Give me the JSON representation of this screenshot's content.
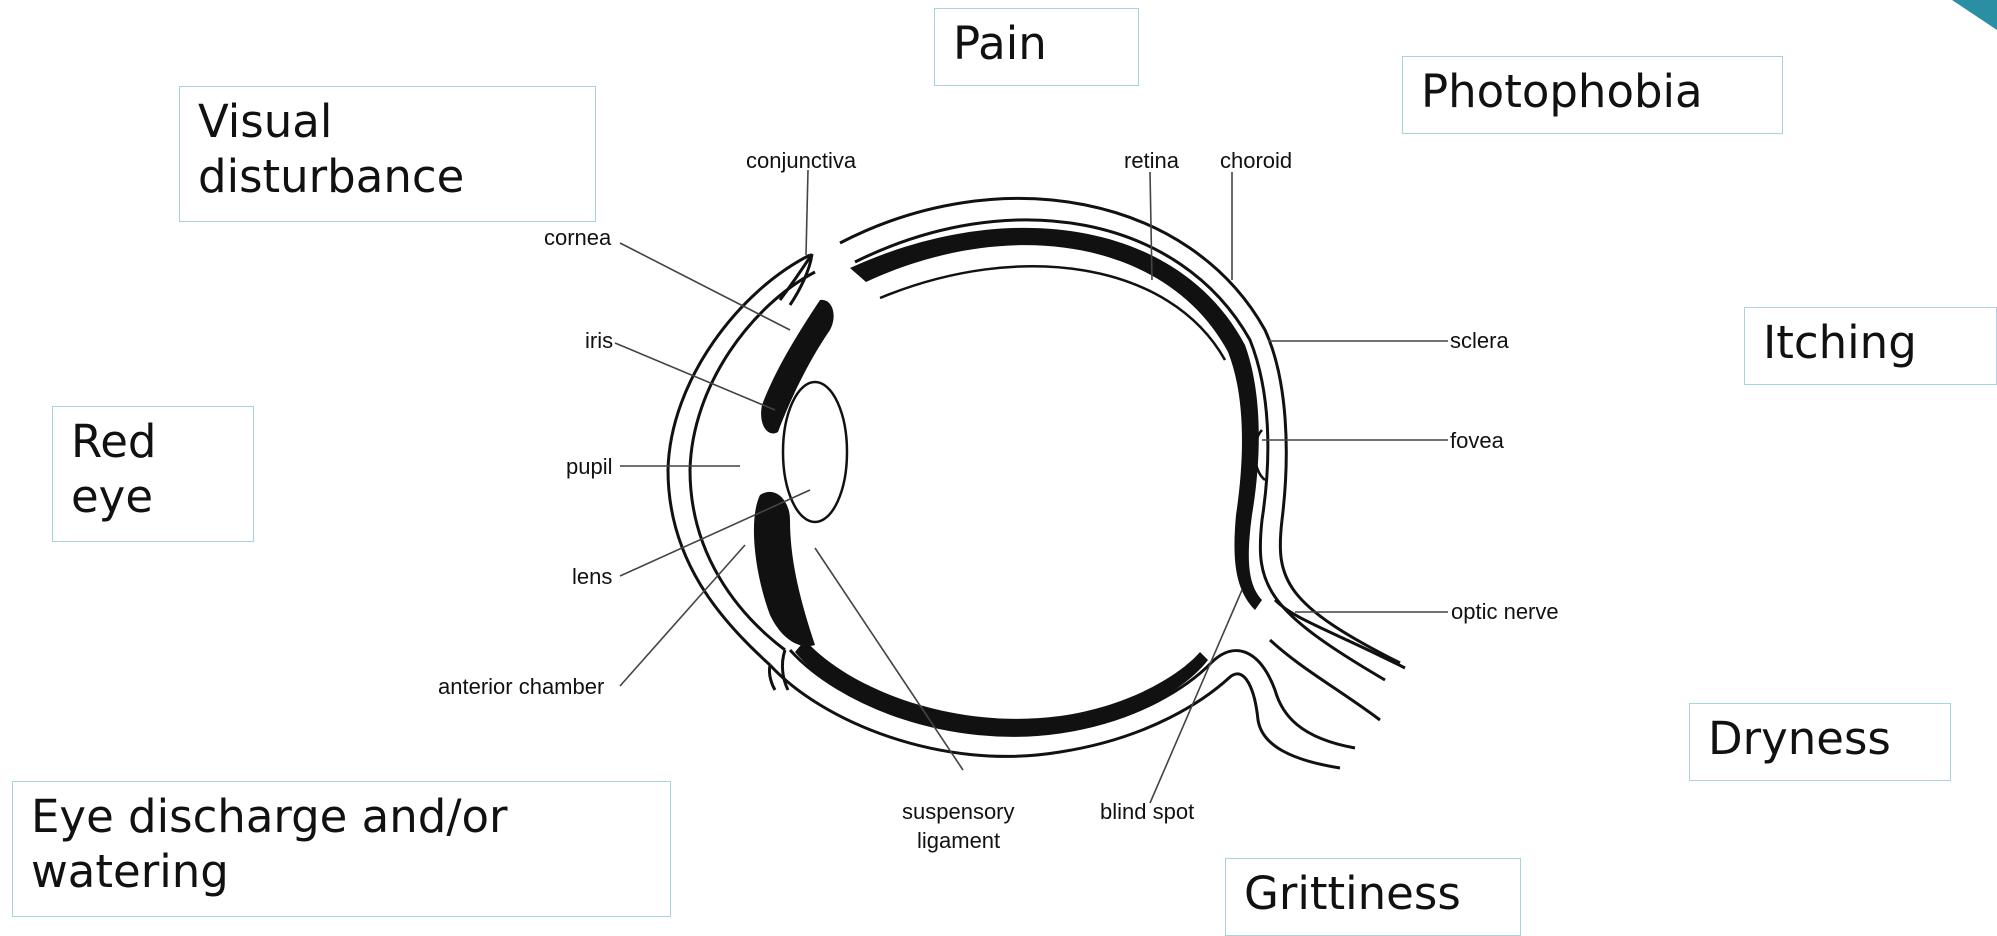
{
  "symptoms": {
    "pain": "Pain",
    "photophobia": "Photophobia",
    "visual_disturbance_1": "Visual",
    "visual_disturbance_2": "disturbance",
    "itching": "Itching",
    "red_eye_1": "Red",
    "red_eye_2": "eye",
    "dryness": "Dryness",
    "discharge_1": "Eye discharge and/or",
    "discharge_2": "watering",
    "grittiness": "Grittiness"
  },
  "eye_labels": {
    "conjunctiva": "conjunctiva",
    "retina": "retina",
    "choroid": "choroid",
    "cornea": "cornea",
    "iris": "iris",
    "sclera": "sclera",
    "fovea": "fovea",
    "pupil": "pupil",
    "lens": "lens",
    "optic_nerve": "optic nerve",
    "anterior_chamber": "anterior chamber",
    "suspensory_ligament_1": "suspensory",
    "suspensory_ligament_2": "ligament",
    "blind_spot": "blind spot"
  },
  "colors": {
    "box_border": "#a8d3dc",
    "accent": "#2a8fa3",
    "ink": "#111111"
  }
}
